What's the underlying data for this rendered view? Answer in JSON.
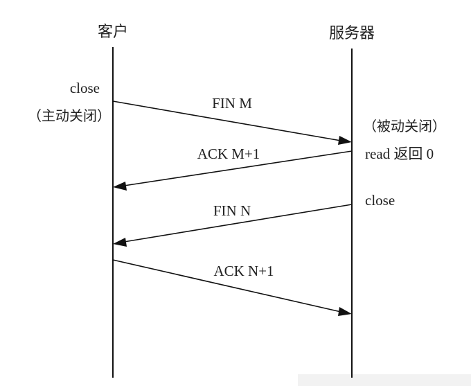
{
  "participants": {
    "client": "客户",
    "server": "服务器"
  },
  "client_notes": {
    "close": "close",
    "active_close": "（主动关闭）"
  },
  "server_notes": {
    "passive_close": "（被动关闭）",
    "read_returns_zero": "read 返回 0",
    "close": "close"
  },
  "messages": [
    {
      "label": "FIN M",
      "direction": "client-to-server"
    },
    {
      "label": "ACK M+1",
      "direction": "server-to-client"
    },
    {
      "label": "FIN N",
      "direction": "server-to-client"
    },
    {
      "label": "ACK N+1",
      "direction": "client-to-server"
    }
  ]
}
